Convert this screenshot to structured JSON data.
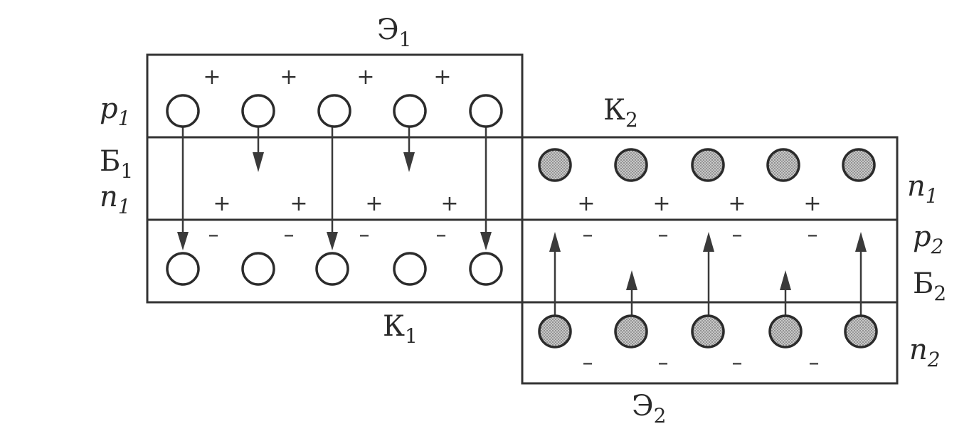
{
  "labels": {
    "E1": {
      "base": "Э",
      "sub": "1"
    },
    "K2": {
      "base": "К",
      "sub": "2"
    },
    "p1": {
      "base": "p",
      "sub": "1"
    },
    "B1": {
      "base": "Б",
      "sub": "1"
    },
    "n1_left": {
      "base": "n",
      "sub": "1"
    },
    "n1_right": {
      "base": "n",
      "sub": "1"
    },
    "p2": {
      "base": "p",
      "sub": "2"
    },
    "B2": {
      "base": "Б",
      "sub": "2"
    },
    "K1": {
      "base": "К",
      "sub": "1"
    },
    "n2": {
      "base": "n",
      "sub": "2"
    },
    "E2": {
      "base": "Э",
      "sub": "2"
    }
  },
  "signs": {
    "plus": "+",
    "minus": "–"
  },
  "carriers": {
    "holes_top_count": 5,
    "holes_bottom_count": 5,
    "electrons_top_count": 5,
    "electrons_bottom_count": 5,
    "hole_color": "#ffffff",
    "electron_color": "#9a9a9a"
  }
}
